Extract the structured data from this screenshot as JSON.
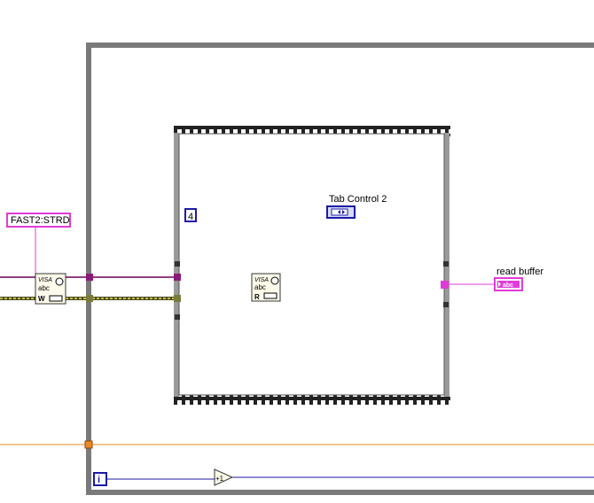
{
  "diagram": {
    "string_constant": "FAST2:STRD",
    "numeric_constant": "4",
    "tab_control_label": "Tab Control 2",
    "read_buffer_label": "read buffer",
    "indicator_text": "abc",
    "write_node": {
      "title": "VISA",
      "text": "abc",
      "letter": "W"
    },
    "read_node": {
      "title": "VISA",
      "text": "abc",
      "letter": "R"
    },
    "iteration_terminal": "i",
    "increment_text": "+1",
    "colors": {
      "loop_frame": "#7a7a7a",
      "string_wire": "#e03bd9",
      "visa_wire": "#7a7a3c",
      "refnum_wire": "#6b0057",
      "numeric_wire": "#1c1aa6",
      "orange_wire": "#ee8a25",
      "error_wire": "#e7e35a"
    }
  }
}
